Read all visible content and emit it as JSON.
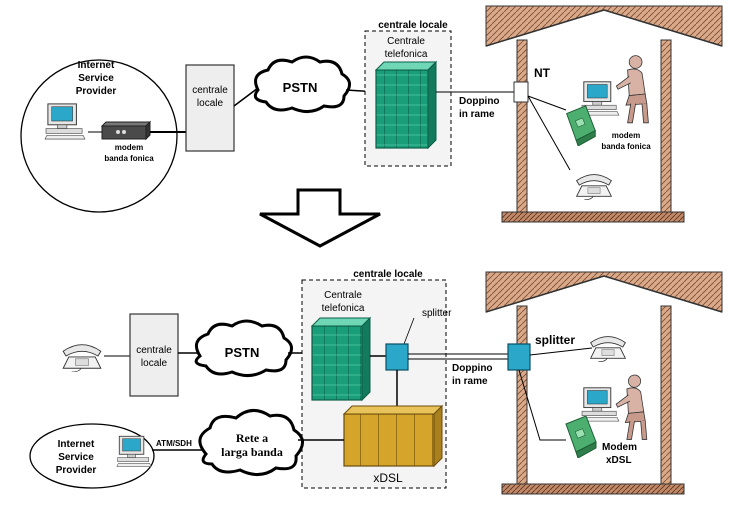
{
  "top": {
    "isp_title": [
      "Internet",
      "Service",
      "Provider"
    ],
    "modem_label": [
      "modem",
      "banda fonica"
    ],
    "exchange_label": [
      "centrale",
      "locale"
    ],
    "pstn_label": "PSTN",
    "local_office_title": "centrale locale",
    "switch_label": [
      "Centrale",
      "telefonica"
    ],
    "line_label": [
      "Doppino",
      "in rame"
    ],
    "nt_label": "NT",
    "home_modem_label": [
      "modem",
      "banda fonica"
    ]
  },
  "bottom": {
    "local_office_title": "centrale locale",
    "switch_label": [
      "Centrale",
      "telefonica"
    ],
    "splitter_label": "splitter",
    "exchange_label": [
      "centrale",
      "locale"
    ],
    "pstn_label": "PSTN",
    "line_label": [
      "Doppino",
      "in rame"
    ],
    "home_splitter_label": "splitter",
    "isp_title": [
      "Internet",
      "Service",
      "Provider"
    ],
    "atm_label": "ATM/SDH",
    "broadband_label": [
      "Rete a",
      "larga banda"
    ],
    "xdsl_label": "xDSL",
    "modem_label": [
      "Modem",
      "xDSL"
    ]
  },
  "colors": {
    "switch_green": "#1a9e7a",
    "house_brown": "#d9a98a",
    "dslam_gold": "#d4a52a",
    "splitter_blue": "#2aa7c9",
    "modem_green": "#4caf70"
  }
}
